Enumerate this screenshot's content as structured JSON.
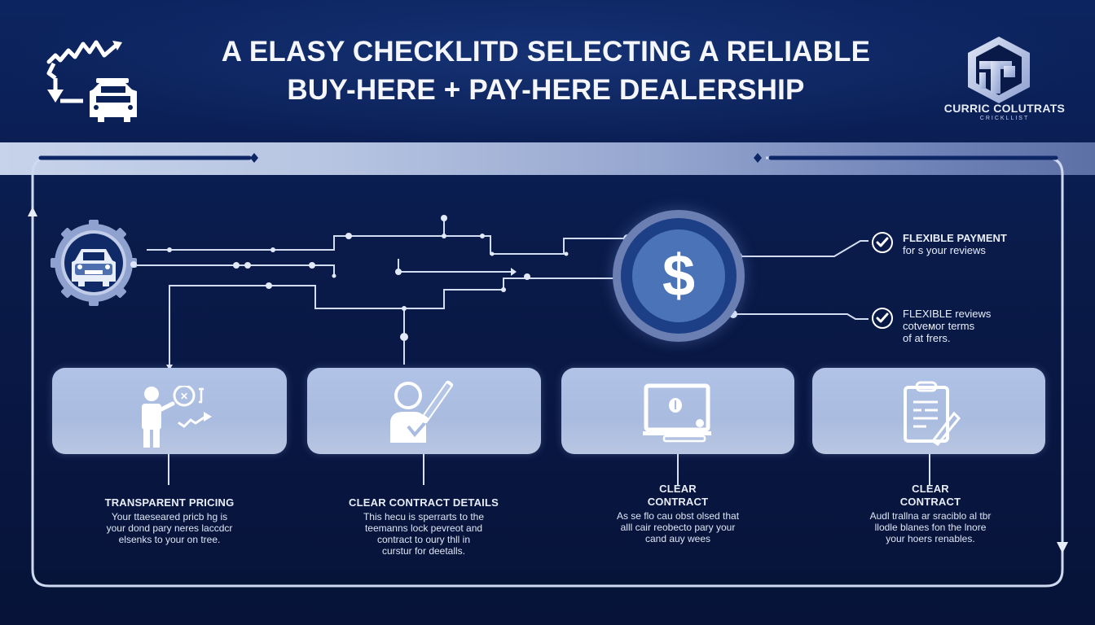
{
  "header": {
    "title_line1": "A ELASY CHECKLITD SELECTING A RELIABLE",
    "title_line2": "BUY-HERE + PAY-HERE DEALERSHIP",
    "left_logo_icon": "car-growth-arrow-icon",
    "brand": {
      "name": "CURRIC COLUTRATS",
      "subtitle": "CRICKLLIST",
      "icon": "hexagon-logo-icon"
    }
  },
  "diagram": {
    "source_node_icon": "car-gear-icon",
    "hub_node": {
      "symbol": "$",
      "icon": "dollar-icon"
    },
    "checklist": [
      {
        "title": "FLEXIBLE PAYMENT",
        "body_lines": [
          "for s your reviews"
        ],
        "icon": "check-circle-icon"
      },
      {
        "title": "FLEXIBLE reviews",
        "body_lines": [
          "cotveмoг terms",
          "of at frers."
        ],
        "icon": "check-circle-icon"
      }
    ],
    "cards": [
      {
        "icon": "presenter-chart-icon",
        "title_lines": [
          "TRANSPARENT PRICING"
        ],
        "body_lines": [
          "Your ttaeseared pricb hg is",
          "your dond pary neres laccdcr",
          "elsenks to your on tree."
        ]
      },
      {
        "icon": "person-checkmark-pen-icon",
        "title_lines": [
          "CLEAR CONTRACT DETAILS"
        ],
        "body_lines": [
          "This hecu is sperrarts to the",
          "teemanns lock pevreot and",
          "contract to oury thll in",
          "curstur for deetalls."
        ]
      },
      {
        "icon": "computer-monitor-icon",
        "title_lines": [
          "CLEAR",
          "CONTRACT"
        ],
        "body_lines": [
          "As se flo cau obst olsed that",
          "alll cair reobecto pary your",
          "cand auy wees"
        ]
      },
      {
        "icon": "clipboard-pen-icon",
        "title_lines": [
          "CLEAR",
          "CONTRACT"
        ],
        "body_lines": [
          "Audl trallna ar sraciblo al tbr",
          "llodle blanes fon the lnore",
          "your hoers renables."
        ]
      }
    ]
  },
  "colors": {
    "background_top": "#0c2460",
    "background_bottom": "#071338",
    "band_light": "#c7d3ea",
    "band_dark": "#5d70a6",
    "card_fill": "#aebfe3",
    "line": "#d3ddf2",
    "hub_ring": "#6c7fb3",
    "hub_core": "#4b73b8"
  }
}
